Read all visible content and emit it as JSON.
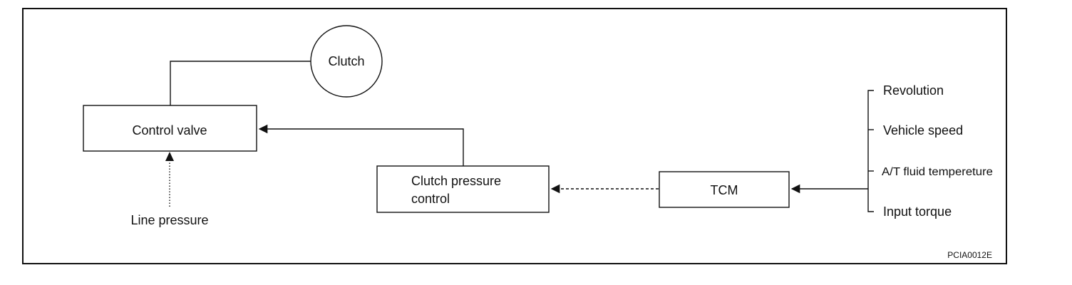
{
  "nodes": {
    "clutch": "Clutch",
    "control_valve": "Control valve",
    "line_pressure": "Line pressure",
    "clutch_pressure_control_line1": "Clutch pressure",
    "clutch_pressure_control_line2": "control",
    "tcm": "TCM"
  },
  "inputs": {
    "revolution": "Revolution",
    "vehicle_speed": "Vehicle speed",
    "fluid_temperature": "A/T fluid tempereture",
    "input_torque": "Input torque"
  },
  "figure_code": "PCIA0012E"
}
